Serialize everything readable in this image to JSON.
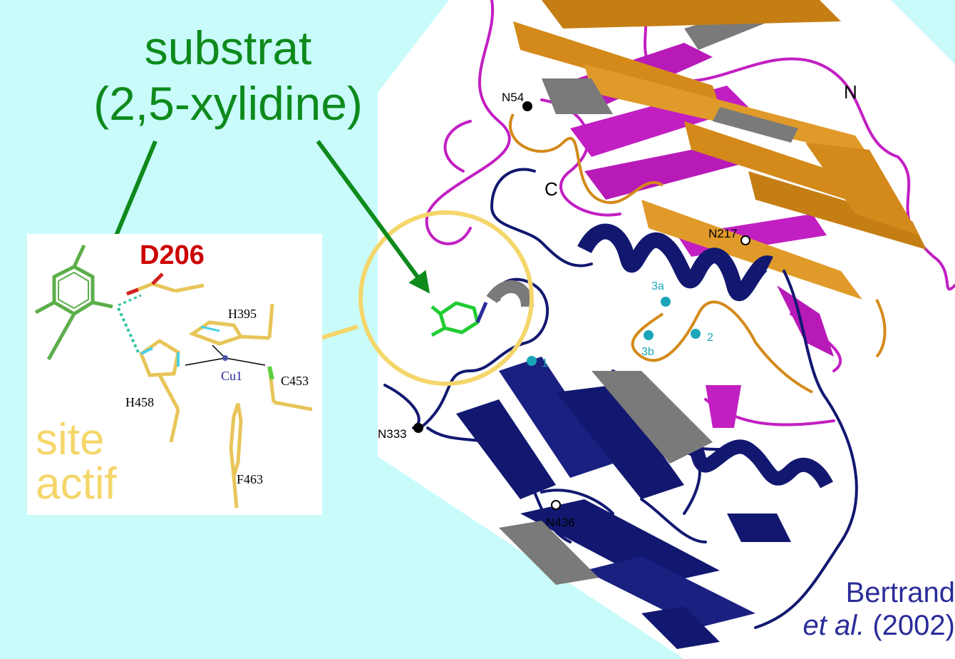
{
  "title": {
    "line1": "substrat",
    "line2": "(2,5-xylidine)"
  },
  "inset": {
    "residue_main": "D206",
    "residues": {
      "h395": "H395",
      "cu1": "Cu1",
      "c453": "C453",
      "h458": "H458",
      "f463": "F463"
    },
    "site_label_line1": "site",
    "site_label_line2": "actif"
  },
  "protein_labels": {
    "n54": "N54",
    "n": "N",
    "c": "C",
    "n217": "N217",
    "n333": "N333",
    "n436": "N436",
    "cu_3a": "3a",
    "cu_3b": "3b",
    "cu_1": "1",
    "cu_2": "2"
  },
  "credit": {
    "line1": "Bertrand",
    "line2_italic": "et al.",
    "line2_year": " (2002)"
  },
  "colors": {
    "background": "#c9fbfb",
    "title_green": "#0e8a1c",
    "d206_red": "#cc0000",
    "site_yellow": "#f4d66a",
    "navy": "#121870",
    "orange": "#d48a1a",
    "magenta": "#c21fc2",
    "cyan_atom": "#1aa6b8"
  }
}
